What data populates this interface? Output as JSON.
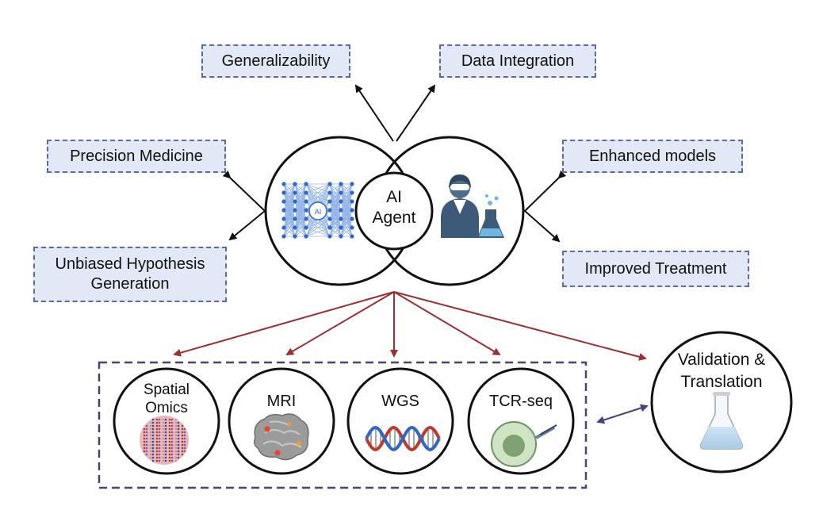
{
  "center": {
    "line1": "AI",
    "line2": "Agent"
  },
  "ai_badge": "AI",
  "outcomes": {
    "generalizability": "Generalizability",
    "data_integration": "Data Integration",
    "precision_medicine": "Precision Medicine",
    "unbiased_line1": "Unbiased Hypothesis",
    "unbiased_line2": "Generation",
    "enhanced_models": "Enhanced models",
    "improved_treatment": "Improved Treatment"
  },
  "data_sources": [
    {
      "line1": "Spatial",
      "line2": "Omics",
      "icon": "spatial-omics-icon"
    },
    {
      "line1": "MRI",
      "icon": "brain-mri-icon"
    },
    {
      "line1": "WGS",
      "icon": "dna-helix-icon"
    },
    {
      "line1": "TCR-seq",
      "icon": "t-cell-icon"
    }
  ],
  "validation": {
    "line1": "Validation &",
    "line2": "Translation",
    "icon": "flask-icon"
  },
  "colors": {
    "box_fill": "#e3e8f6",
    "box_border": "#5b6aa0",
    "red_arrow": "#9b2f34",
    "purple": "#4e3f7a",
    "network": "#3f78d4"
  }
}
